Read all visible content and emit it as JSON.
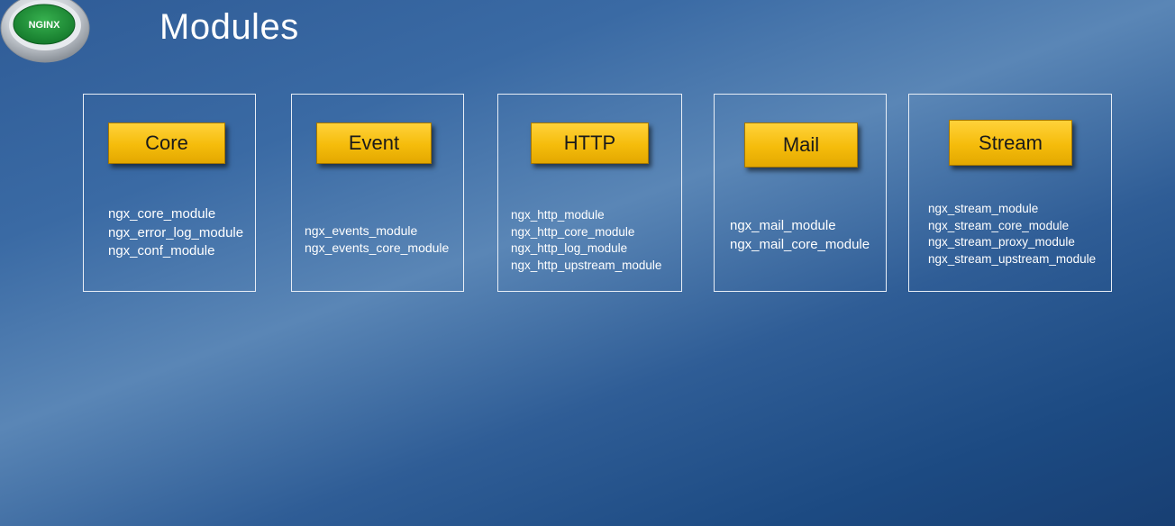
{
  "slide": {
    "title": "Modules",
    "logo_text": "NGINX"
  },
  "colors": {
    "button_fill": "#f5bc0b",
    "box_border": "#e8eef6",
    "logo_green": "#1f9a3a"
  },
  "modules": [
    {
      "label": "Core",
      "items": [
        "ngx_core_module",
        "ngx_error_log_module",
        "ngx_conf_module"
      ]
    },
    {
      "label": "Event",
      "items": [
        "ngx_events_module",
        "ngx_events_core_module"
      ]
    },
    {
      "label": "HTTP",
      "items": [
        "ngx_http_module",
        "ngx_http_core_module",
        "ngx_http_log_module",
        "ngx_http_upstream_module"
      ]
    },
    {
      "label": "Mail",
      "items": [
        "ngx_mail_module",
        "ngx_mail_core_module"
      ]
    },
    {
      "label": "Stream",
      "items": [
        "ngx_stream_module",
        "ngx_stream_core_module",
        "ngx_stream_proxy_module",
        "ngx_stream_upstream_module"
      ]
    }
  ]
}
